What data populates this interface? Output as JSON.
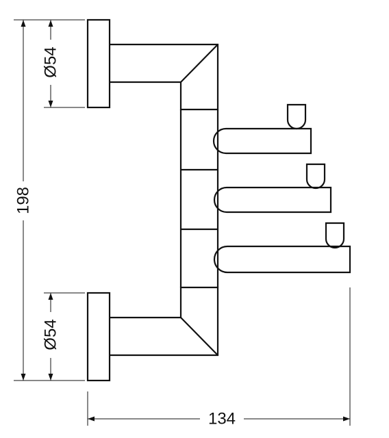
{
  "dimensions": {
    "top_flange_diameter": "Ø54",
    "bottom_flange_diameter": "Ø54",
    "overall_height": "198",
    "overall_depth": "134"
  },
  "colors": {
    "line": "#111111",
    "background": "#ffffff"
  }
}
